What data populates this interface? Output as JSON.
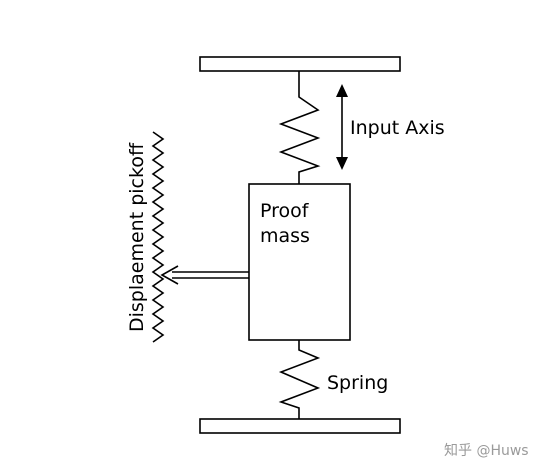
{
  "diagram": {
    "labels": {
      "input_axis": "Input Axis",
      "proof_mass_line1": "Proof",
      "proof_mass_line2": "mass",
      "spring": "Spring",
      "displacement_pickoff": "Displaement pickoff"
    },
    "components": {
      "top_plate": "plate",
      "bottom_plate": "plate",
      "upper_spring": "spring",
      "lower_spring": "spring",
      "proof_mass": "block",
      "pickoff": "zigzag-scale",
      "input_axis_arrow": "double-headed-arrow",
      "pickoff_arrow": "hollow-double-arrow"
    }
  },
  "watermark": "知乎 @Huws",
  "colors": {
    "line": "#000000",
    "background": "#ffffff",
    "watermark": "#9a9a9a"
  }
}
